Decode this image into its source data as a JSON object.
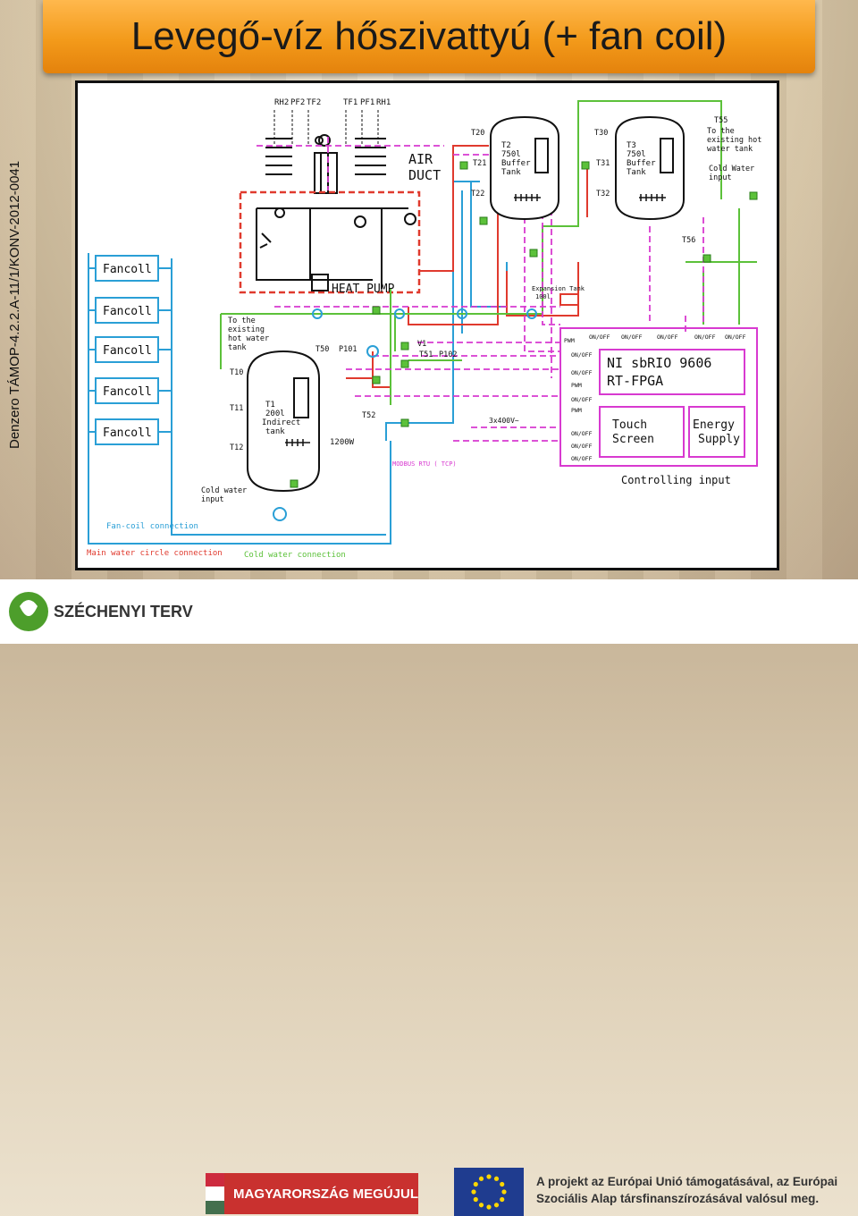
{
  "slide": {
    "title": "Levegő-víz hőszivattyú (+ fan coil)",
    "side_label": "Denzero  TÁMOP-4.2.2.A-11/1/KONV-2012-0041"
  },
  "diagram": {
    "top_labels": [
      "RH2",
      "PF2",
      "TF2",
      "TF1",
      "PF1",
      "RH1"
    ],
    "air_duct": [
      "AIR",
      "DUCT"
    ],
    "heat_pump": "HEAT PUMP",
    "fancolls": [
      "Fancoll",
      "Fancoll",
      "Fancoll",
      "Fancoll",
      "Fancoll"
    ],
    "tank_t2": [
      "T2",
      "750l",
      "Buffer",
      "Tank"
    ],
    "tank_t3": [
      "T3",
      "750l",
      "Buffer",
      "Tank"
    ],
    "tank_t1": [
      "T1",
      "200l",
      "Indirect",
      "tank"
    ],
    "sensors": [
      "T20",
      "T21",
      "T22",
      "T30",
      "T31",
      "T32",
      "T55",
      "T56",
      "T10",
      "T11",
      "T12",
      "T50",
      "P101",
      "T51",
      "P102",
      "T52",
      "V1"
    ],
    "to_existing_right": [
      "To the",
      "existing hot",
      "water tank"
    ],
    "cold_water_right": [
      "Cold Water",
      "input"
    ],
    "to_existing_left": [
      "To the",
      "existing",
      "hot water",
      "tank"
    ],
    "cold_water_left": [
      "Cold water",
      "input"
    ],
    "expansion_tank": [
      "Expansion Tank",
      "100l"
    ],
    "heater": "1200W",
    "power": "3x400V~",
    "modbus": "MODBUS RTU ( TCP)",
    "controller": [
      "NI sbRIO  9606",
      "RT-FPGA"
    ],
    "touch_screen": [
      "Touch",
      "Screen"
    ],
    "energy_supply": [
      "Energy",
      "Supply"
    ],
    "controlling_input": "Controlling input",
    "onoff": "ON/OFF",
    "pwm": "PWM",
    "legend": {
      "fan_coil": "Fan-coil connection",
      "main_water": "Main water circle connection",
      "cold_water": "Cold water connection"
    },
    "colors": {
      "fan_coil": "#2a9fd6",
      "main_water": "#e03a2e",
      "cold_water": "#5cc13a",
      "control": "#d83ad0"
    }
  },
  "footer": {
    "szechenyi": "SZÉCHENYI TERV",
    "magyarorszag": "MAGYARORSZÁG MEGÚJUL",
    "eu_text_1": "A projekt az Európai Unió támogatásával, az Európai",
    "eu_text_2": "Szociális Alap társfinanszírozásával valósul meg."
  }
}
